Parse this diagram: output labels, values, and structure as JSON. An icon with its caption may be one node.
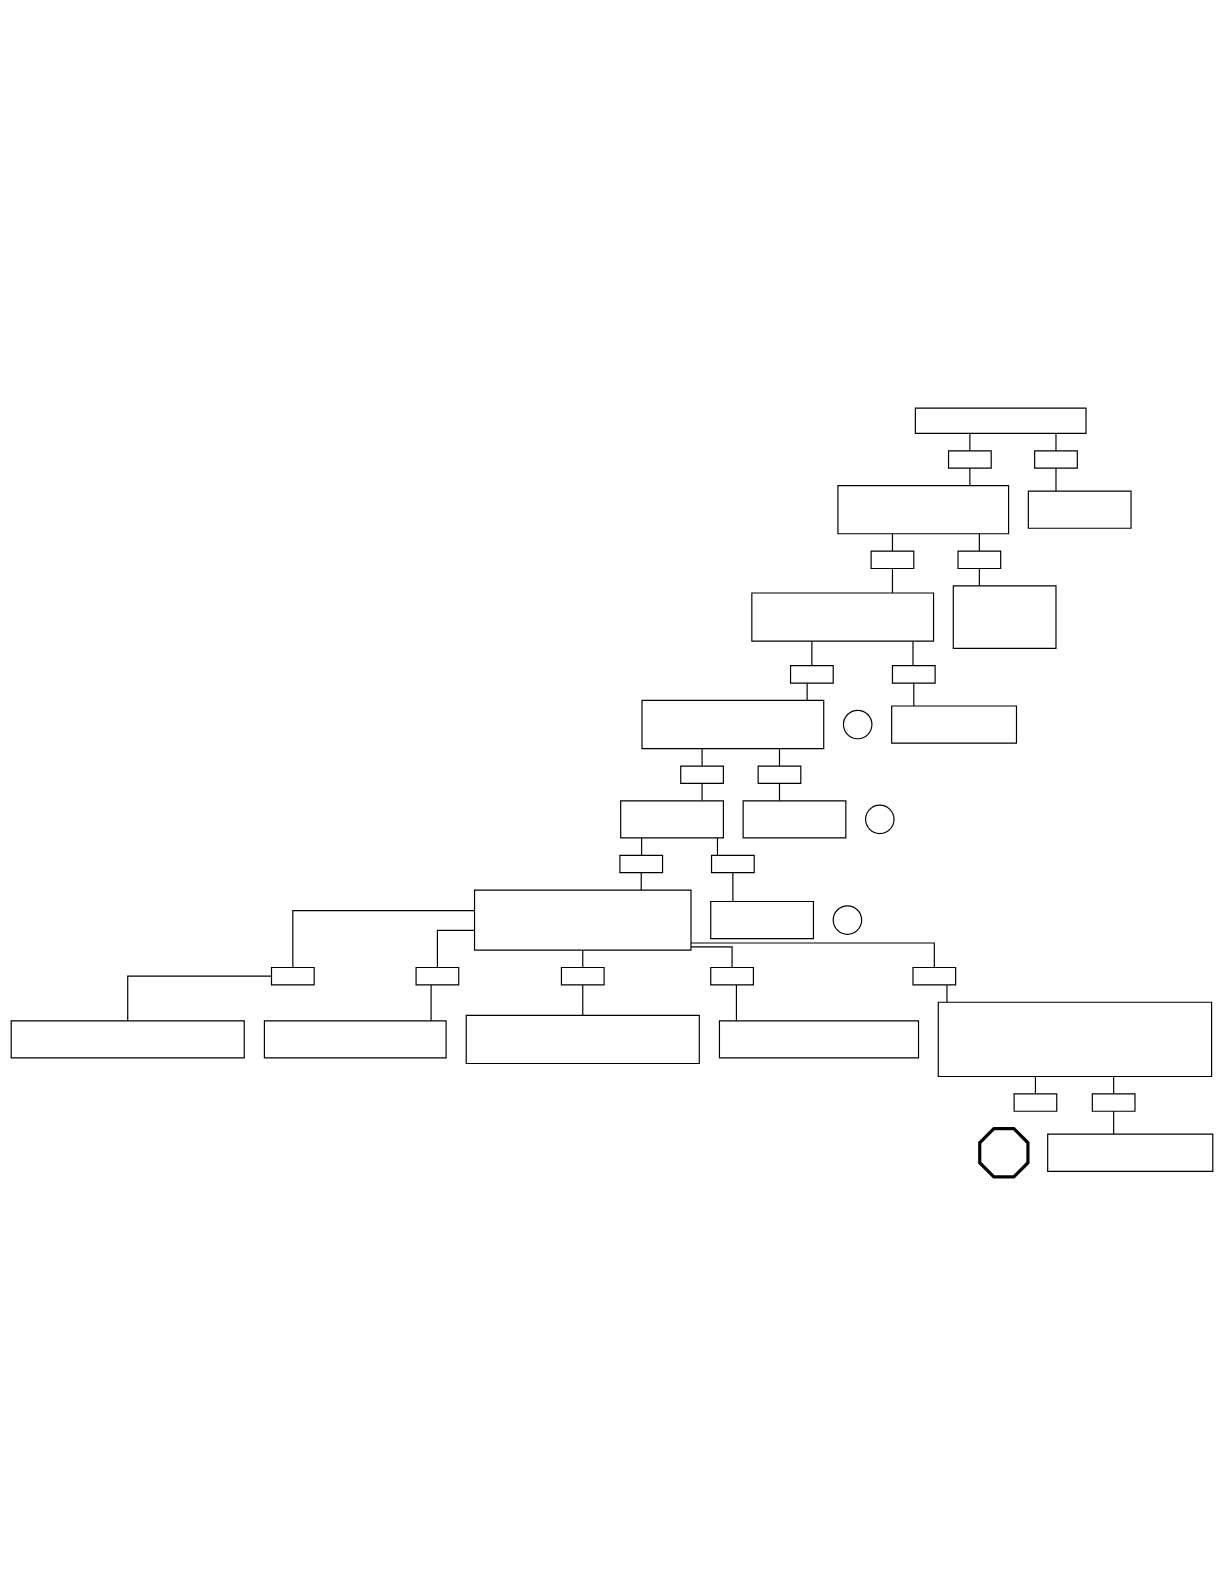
{
  "diagram": {
    "nodes": [
      {
        "text": [],
        "shape": "box"
      },
      {
        "text": [],
        "shape": "box"
      },
      {
        "text": [],
        "shape": "box"
      },
      {
        "text": [],
        "shape": "box"
      },
      {
        "text": [],
        "shape": "box"
      },
      {
        "text": [],
        "shape": "box"
      },
      {
        "text": [],
        "shape": "box"
      },
      {
        "text": [],
        "shape": "box"
      },
      {
        "text": [],
        "shape": "box"
      },
      {
        "text": [],
        "shape": "box"
      },
      {
        "text": [],
        "shape": "box"
      },
      {
        "text": [],
        "shape": "circle"
      },
      {
        "text": [],
        "shape": "box"
      },
      {
        "text": [],
        "shape": "box"
      },
      {
        "text": [],
        "shape": "box"
      },
      {
        "text": [],
        "shape": "box"
      },
      {
        "text": [],
        "shape": "box"
      },
      {
        "text": [],
        "shape": "box"
      },
      {
        "text": [],
        "shape": "circle"
      },
      {
        "text": [],
        "shape": "box"
      },
      {
        "text": [],
        "shape": "box"
      },
      {
        "text": [],
        "shape": "box"
      },
      {
        "text": [],
        "shape": "box"
      },
      {
        "text": [],
        "shape": "circle"
      },
      {
        "text": [],
        "shape": "box"
      },
      {
        "text": [],
        "shape": "box"
      },
      {
        "text": [],
        "shape": "box"
      },
      {
        "text": [],
        "shape": "box"
      },
      {
        "text": [],
        "shape": "box"
      },
      {
        "text": [],
        "shape": "box"
      },
      {
        "text": [],
        "shape": "box"
      },
      {
        "text": [],
        "shape": "box"
      },
      {
        "text": [],
        "shape": "box"
      },
      {
        "text": [],
        "shape": "box"
      },
      {
        "text": [],
        "shape": "box"
      },
      {
        "text": [],
        "shape": "box"
      },
      {
        "text": [],
        "shape": "octagon"
      },
      {
        "text": [],
        "shape": "box"
      }
    ],
    "edges": [
      {
        "from": 0,
        "to": 1,
        "arrow": "none"
      },
      {
        "from": 0,
        "to": 2,
        "arrow": "none"
      },
      {
        "from": 1,
        "to": 3,
        "arrow": "none"
      },
      {
        "from": 2,
        "to": 4,
        "arrow": "none"
      },
      {
        "from": 3,
        "to": 5,
        "arrow": "none"
      },
      {
        "from": 5,
        "to": 6,
        "arrow": "none"
      },
      {
        "from": 3,
        "to": 7,
        "arrow": "none"
      },
      {
        "from": 7,
        "to": 8,
        "arrow": "none"
      },
      {
        "from": 6,
        "to": 9,
        "arrow": "none"
      },
      {
        "from": 6,
        "to": 10,
        "arrow": "none"
      },
      {
        "from": 9,
        "to": 12,
        "arrow": "none"
      },
      {
        "from": 10,
        "to": 13,
        "arrow": "none"
      },
      {
        "from": 12,
        "to": 14,
        "arrow": "none"
      },
      {
        "from": 12,
        "to": 15,
        "arrow": "none"
      },
      {
        "from": 14,
        "to": 16,
        "arrow": "none"
      },
      {
        "from": 15,
        "to": 17,
        "arrow": "none"
      },
      {
        "from": 16,
        "to": 19,
        "arrow": "none"
      },
      {
        "from": 16,
        "to": 20,
        "arrow": "none"
      },
      {
        "from": 19,
        "to": 21,
        "arrow": "none"
      },
      {
        "from": 20,
        "to": 22,
        "arrow": "none"
      },
      {
        "from": 21,
        "to": 25,
        "arrow": "none"
      },
      {
        "from": 25,
        "to": 24,
        "arrow": "none"
      },
      {
        "from": 21,
        "to": 27,
        "arrow": "none"
      },
      {
        "from": 27,
        "to": 26,
        "arrow": "none"
      },
      {
        "from": 21,
        "to": 28,
        "arrow": "none"
      },
      {
        "from": 28,
        "to": 29,
        "arrow": "none"
      },
      {
        "from": 21,
        "to": 31,
        "arrow": "none"
      },
      {
        "from": 31,
        "to": 30,
        "arrow": "none"
      },
      {
        "from": 21,
        "to": 32,
        "arrow": "none"
      },
      {
        "from": 32,
        "to": 33,
        "arrow": "none"
      },
      {
        "from": 33,
        "to": 34,
        "arrow": "none"
      },
      {
        "from": 33,
        "to": 35,
        "arrow": "none"
      },
      {
        "from": 35,
        "to": 37,
        "arrow": "none"
      }
    ]
  }
}
